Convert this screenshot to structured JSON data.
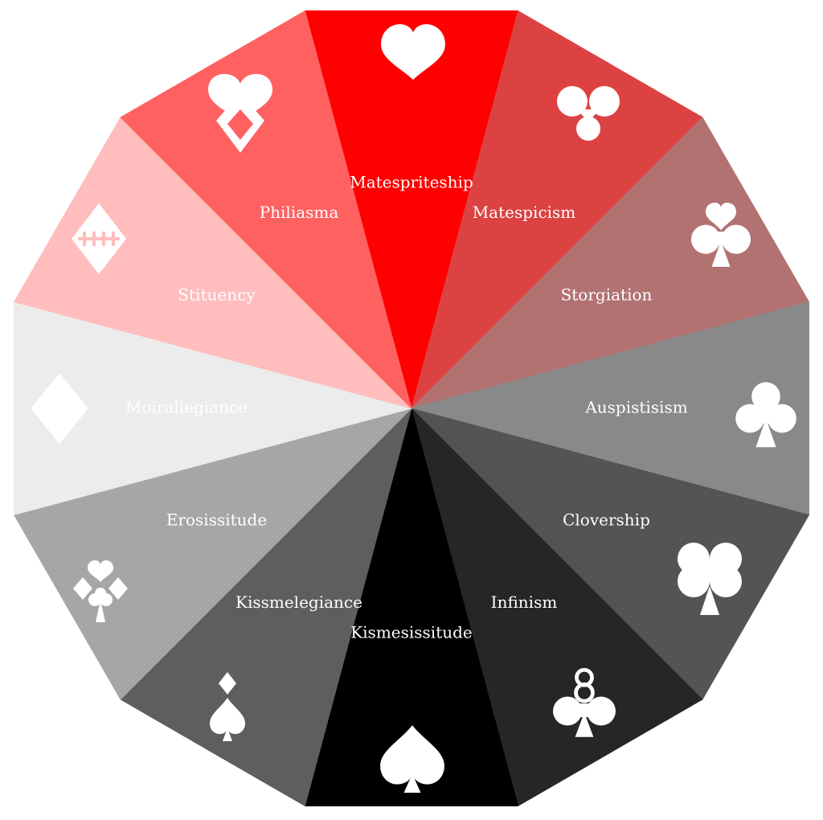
{
  "segments": [
    {
      "label": "Matespriteship",
      "icon": "heart-icon",
      "color": "#FF0000"
    },
    {
      "label": "Matespicism",
      "icon": "three-circles-heart-icon",
      "color": "#DC4242"
    },
    {
      "label": "Storgiation",
      "icon": "heart-club-icon",
      "color": "#B27272"
    },
    {
      "label": "Auspistisism",
      "icon": "club-icon",
      "color": "#898989"
    },
    {
      "label": "Clovership",
      "icon": "clover-icon",
      "color": "#545454"
    },
    {
      "label": "Infinism",
      "icon": "infinity-club-icon",
      "color": "#262626"
    },
    {
      "label": "Kismesissitude",
      "icon": "spade-icon",
      "color": "#000000"
    },
    {
      "label": "Kissmelegiance",
      "icon": "diamond-spade-icon",
      "color": "#5E5E5E"
    },
    {
      "label": "Erosissitude",
      "icon": "four-suits-icon",
      "color": "#A6A6A6"
    },
    {
      "label": "Moirallegiance",
      "icon": "diamond-icon",
      "color": "#ECECEC"
    },
    {
      "label": "Stituency",
      "icon": "stitched-diamond-icon",
      "color": "#FFBDBD"
    },
    {
      "label": "Philiasma",
      "icon": "heart-diamond-icon",
      "color": "#FF6161"
    }
  ]
}
